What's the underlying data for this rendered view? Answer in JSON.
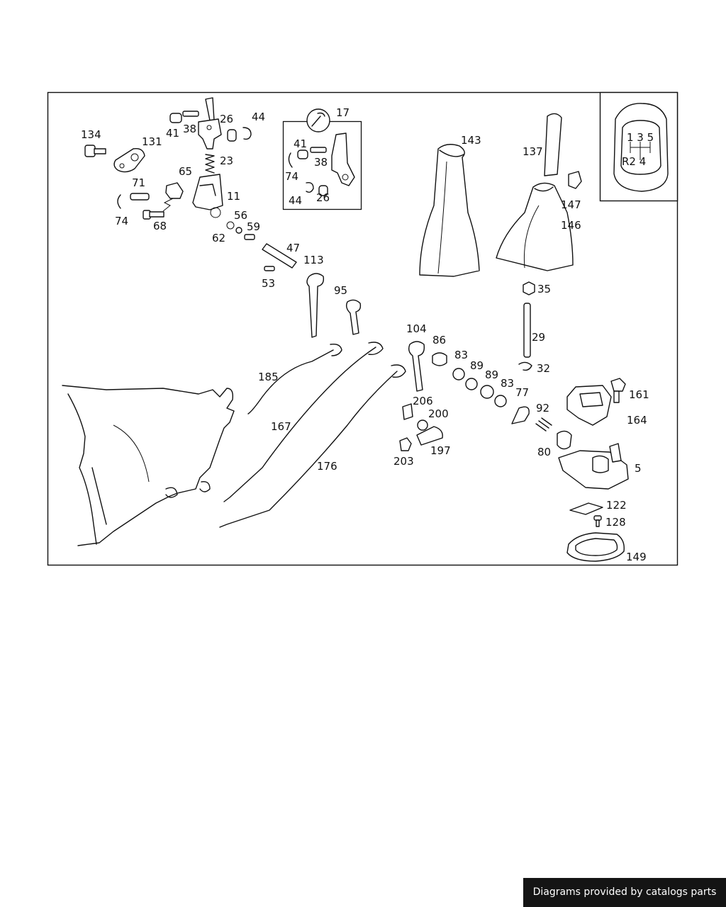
{
  "labels": {
    "l134": "134",
    "l131": "131",
    "l41a": "41",
    "l38a": "38",
    "l26a": "26",
    "l44a": "44",
    "l23": "23",
    "l65": "65",
    "l71": "71",
    "l74a": "74",
    "l68": "68",
    "l11": "11",
    "l56": "56",
    "l59": "59",
    "l62": "62",
    "l47": "47",
    "l113": "113",
    "l53": "53",
    "l17": "17",
    "l41b": "41",
    "l38b": "38",
    "l74b": "74",
    "l44b": "44",
    "l26b": "26",
    "l143": "143",
    "l137": "137",
    "l147": "147",
    "l146": "146",
    "l35": "35",
    "l29": "29",
    "l32": "32",
    "l95": "95",
    "l104": "104",
    "l86": "86",
    "l83a": "83",
    "l89a": "89",
    "l89b": "89",
    "l83b": "83",
    "l77": "77",
    "l92": "92",
    "l161": "161",
    "l164": "164",
    "l185": "185",
    "l167": "167",
    "l176": "176",
    "l206": "206",
    "l200": "200",
    "l197": "197",
    "l203": "203",
    "l80": "80",
    "l5": "5",
    "l122": "122",
    "l128": "128",
    "l149": "149"
  },
  "shift_pattern": {
    "top_row": "1 3 5",
    "bottom_row": "R2 4"
  },
  "footer": {
    "credit": "Diagrams provided by catalogs parts"
  }
}
